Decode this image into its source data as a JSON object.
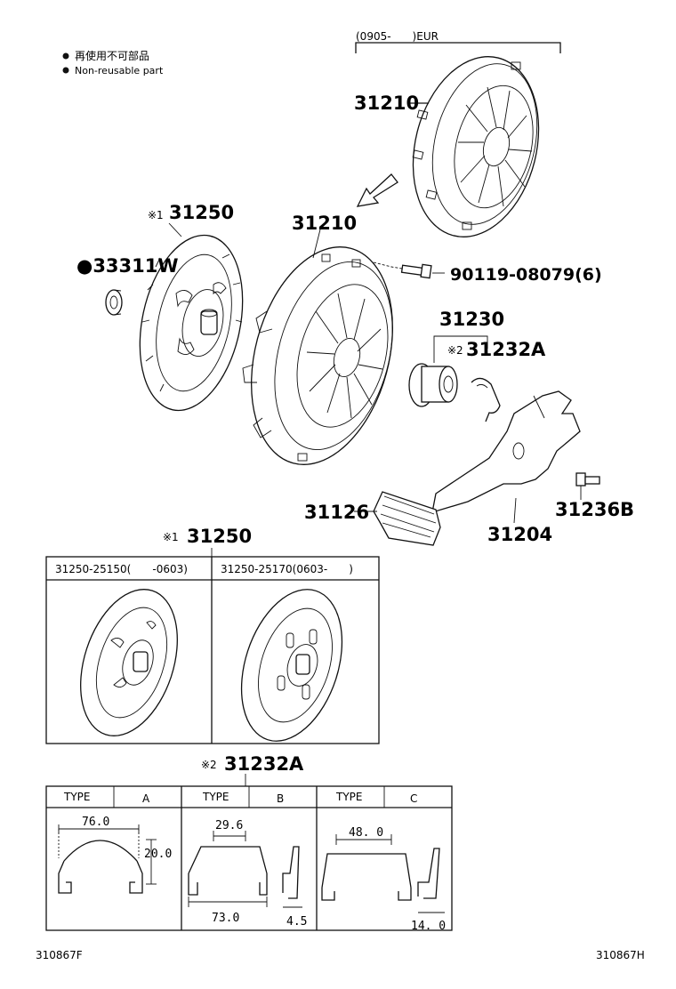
{
  "legend": {
    "line1": "再使用不可部品",
    "line2": "Non-reusable part"
  },
  "header": {
    "applicability": "(0905-　　)EUR"
  },
  "parts": {
    "cover_eur": "31210",
    "disc": "31250",
    "disc_mark": "※1",
    "cover": "31210",
    "bearing": "●33311W",
    "bolt": "90119-08079(6)",
    "release_assy": "31230",
    "clip": "31232A",
    "clip_mark": "※2",
    "fork": "31204",
    "boot": "31126",
    "pivot": "31236B"
  },
  "disc_table": {
    "title": "31250",
    "mark": "※1",
    "col1": "31250-25150(　　-0603)",
    "col2": "31250-25170(0603-　　)"
  },
  "clip_table": {
    "title": "31232A",
    "mark": "※2",
    "type_label": "TYPE",
    "types": [
      {
        "type": "A",
        "dims": [
          "76.0",
          "20.0"
        ]
      },
      {
        "type": "B",
        "dims": [
          "29.6",
          "73.0",
          "4.5"
        ]
      },
      {
        "type": "C",
        "dims": [
          "48. 0",
          "14. 0"
        ]
      }
    ]
  },
  "footer": {
    "left_code": "310867F",
    "right_code": "310867H"
  }
}
